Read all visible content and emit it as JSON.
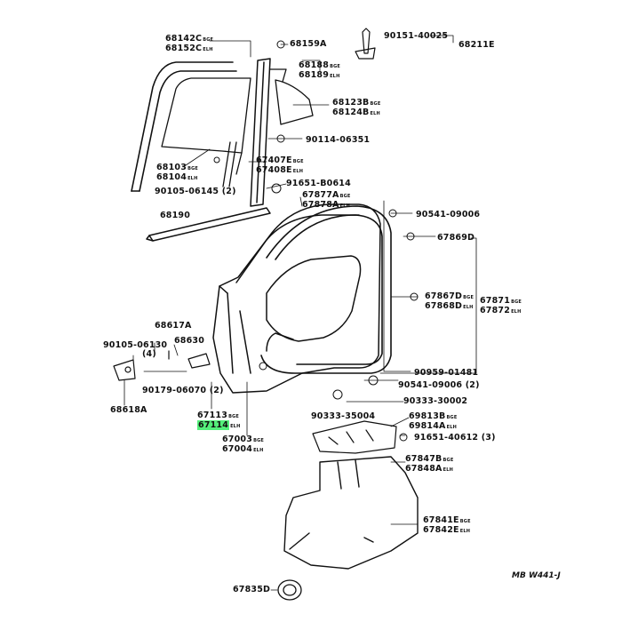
{
  "diagram_code": "MB W441-J",
  "highlighted_part": "67114",
  "highlight_color": "#54f07a",
  "labels": [
    {
      "id": "p68142C",
      "text": "68142C",
      "suffix": "BGE"
    },
    {
      "id": "p68152C",
      "text": "68152C",
      "suffix": "ELH"
    },
    {
      "id": "p68159A",
      "text": "68159A",
      "suffix": ""
    },
    {
      "id": "p90151",
      "text": "90151-40025",
      "suffix": ""
    },
    {
      "id": "p68211E",
      "text": "68211E",
      "suffix": ""
    },
    {
      "id": "p68188",
      "text": "68188",
      "suffix": "BGE"
    },
    {
      "id": "p68189",
      "text": "68189",
      "suffix": "ELH"
    },
    {
      "id": "p68123B",
      "text": "68123B",
      "suffix": "BGE"
    },
    {
      "id": "p68124B",
      "text": "68124B",
      "suffix": "ELH"
    },
    {
      "id": "p90114",
      "text": "90114-06351",
      "suffix": ""
    },
    {
      "id": "p68103",
      "text": "68103",
      "suffix": "BGE"
    },
    {
      "id": "p68104",
      "text": "68104",
      "suffix": "ELH"
    },
    {
      "id": "p67407E",
      "text": "67407E",
      "suffix": "BGE"
    },
    {
      "id": "p67408E",
      "text": "67408E",
      "suffix": "ELH"
    },
    {
      "id": "p90105a",
      "text": "90105-06145 (2)",
      "suffix": ""
    },
    {
      "id": "p91651a",
      "text": "91651-B0614",
      "suffix": ""
    },
    {
      "id": "p67877A",
      "text": "67877A",
      "suffix": "BGE"
    },
    {
      "id": "p67878A",
      "text": "67878A",
      "suffix": "ELH"
    },
    {
      "id": "p68190",
      "text": "68190",
      "suffix": ""
    },
    {
      "id": "p90541a",
      "text": "90541-09006",
      "suffix": ""
    },
    {
      "id": "p67869D",
      "text": "67869D",
      "suffix": ""
    },
    {
      "id": "p68617A",
      "text": "68617A",
      "suffix": ""
    },
    {
      "id": "p68630",
      "text": "68630",
      "suffix": ""
    },
    {
      "id": "p90105b",
      "text": "90105-06130",
      "suffix": ""
    },
    {
      "id": "pqty4",
      "text": "(4)",
      "suffix": ""
    },
    {
      "id": "p67867D",
      "text": "67867D",
      "suffix": "BGE"
    },
    {
      "id": "p67868D",
      "text": "67868D",
      "suffix": "ELH"
    },
    {
      "id": "p67871",
      "text": "67871",
      "suffix": "BGE"
    },
    {
      "id": "p67872",
      "text": "67872",
      "suffix": "ELH"
    },
    {
      "id": "p90959",
      "text": "90959-01481",
      "suffix": ""
    },
    {
      "id": "p90541b",
      "text": "90541-09006 (2)",
      "suffix": ""
    },
    {
      "id": "p90179",
      "text": "90179-06070 (2)",
      "suffix": ""
    },
    {
      "id": "p90333b",
      "text": "90333-30002",
      "suffix": ""
    },
    {
      "id": "p68618A",
      "text": "68618A",
      "suffix": ""
    },
    {
      "id": "p67113",
      "text": "67113",
      "suffix": "BGE"
    },
    {
      "id": "p67114",
      "text": "67114",
      "suffix": "ELH"
    },
    {
      "id": "p90333a",
      "text": "90333-35004",
      "suffix": ""
    },
    {
      "id": "p69813B",
      "text": "69813B",
      "suffix": "BGE"
    },
    {
      "id": "p69814A",
      "text": "69814A",
      "suffix": "ELH"
    },
    {
      "id": "p67003",
      "text": "67003",
      "suffix": "BGE"
    },
    {
      "id": "p67004",
      "text": "67004",
      "suffix": "ELH"
    },
    {
      "id": "p91651b",
      "text": "91651-40612 (3)",
      "suffix": ""
    },
    {
      "id": "p67847B",
      "text": "67847B",
      "suffix": "BGE"
    },
    {
      "id": "p67848A",
      "text": "67848A",
      "suffix": "ELH"
    },
    {
      "id": "p67841E",
      "text": "67841E",
      "suffix": "BGE"
    },
    {
      "id": "p67842E",
      "text": "67842E",
      "suffix": "ELH"
    },
    {
      "id": "p67835D",
      "text": "67835D",
      "suffix": ""
    }
  ]
}
